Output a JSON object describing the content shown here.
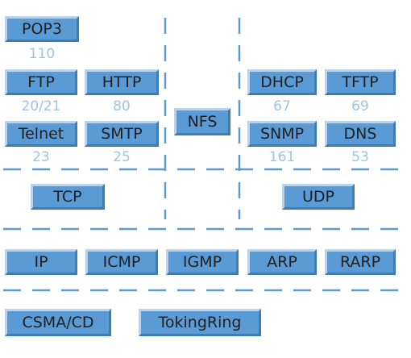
{
  "application": {
    "pop3": {
      "name": "POP3",
      "port": "110"
    },
    "ftp": {
      "name": "FTP",
      "port": "20/21"
    },
    "http": {
      "name": "HTTP",
      "port": "80"
    },
    "telnet": {
      "name": "Telnet",
      "port": "23"
    },
    "smtp": {
      "name": "SMTP",
      "port": "25"
    },
    "nfs": {
      "name": "NFS"
    },
    "dhcp": {
      "name": "DHCP",
      "port": "67"
    },
    "tftp": {
      "name": "TFTP",
      "port": "69"
    },
    "snmp": {
      "name": "SNMP",
      "port": "161"
    },
    "dns": {
      "name": "DNS",
      "port": "53"
    }
  },
  "transport": {
    "tcp": "TCP",
    "udp": "UDP"
  },
  "network": {
    "ip": "IP",
    "icmp": "ICMP",
    "igmp": "IGMP",
    "arp": "ARP",
    "rarp": "RARP"
  },
  "link": {
    "csma": "CSMA/CD",
    "token": "TokingRing"
  },
  "colors": {
    "box_fill": "#5b9bd5",
    "port_text": "#9dc3e6",
    "divider": "#5b9bd5"
  }
}
